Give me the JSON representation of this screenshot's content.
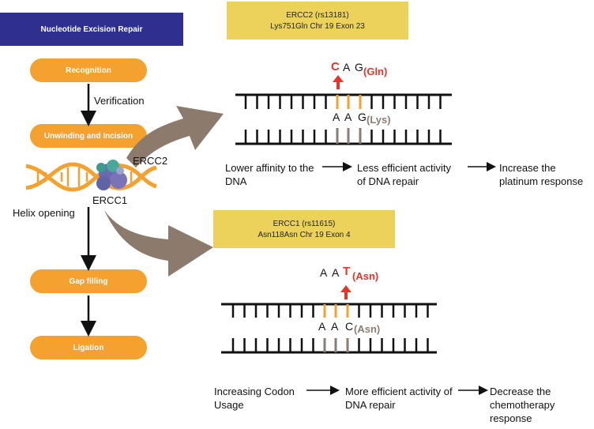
{
  "header": {
    "title": "Nucleotide Excision Repair"
  },
  "pathway": {
    "recognition": "Recognition",
    "verification": "Verification",
    "unwinding": "Unwinding and Incision",
    "ercc2_label": "ERCC2",
    "ercc1_label": "ERCC1",
    "helix_opening": "Helix opening",
    "gap_filling": "Gap filling",
    "ligation": "Ligation"
  },
  "ercc2": {
    "title": "ERCC2 (rs13181)",
    "subtitle": "Lys751Gln Chr 19 Exon 23",
    "top_codon": {
      "b1": "C",
      "b2": "A",
      "b3": "G",
      "aa": "(Gln)"
    },
    "bottom_codon": {
      "b1": "A",
      "b2": "A",
      "b3": "G",
      "aa": "(Lys)"
    },
    "flow": [
      "Lower affinity to the DNA",
      "Less efficient activity of DNA repair",
      "Increase the platinum response"
    ]
  },
  "ercc1": {
    "title": "ERCC1 (rs11615)",
    "subtitle": "Asn118Asn Chr 19 Exon 4",
    "top_codon": {
      "b1": "A",
      "b2": "A",
      "b3": "T",
      "aa": "(Asn)"
    },
    "bottom_codon": {
      "b1": "A",
      "b2": "A",
      "b3": "C",
      "aa": "(Asn)"
    },
    "flow": [
      "Increasing Codon Usage",
      "More efficient activity of DNA repair",
      "Decrease the chemotherapy response"
    ]
  },
  "colors": {
    "orange": "#f4a130",
    "navy": "#2e2f8f",
    "yellow": "#ecd25a",
    "panel": "#dcdcdc",
    "red": "#e8332a",
    "brown": "#8a7d74",
    "arrow": "#8c7b6c"
  }
}
